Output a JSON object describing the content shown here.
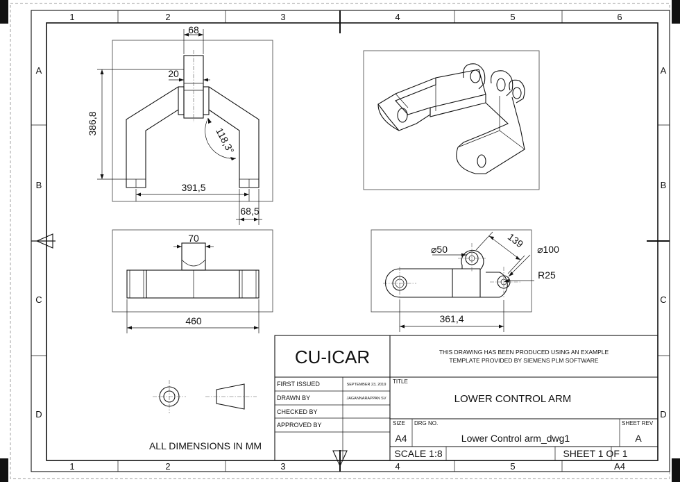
{
  "zones": {
    "columns": [
      "1",
      "2",
      "3",
      "4",
      "5",
      "6"
    ],
    "rows": [
      "A",
      "B",
      "C",
      "D"
    ]
  },
  "dimensions": {
    "front_top_width": "68",
    "front_inner_width": "20",
    "front_height": "386,8",
    "front_angle": "118,3°",
    "front_span": "391,5",
    "front_foot": "68,5",
    "top_width": "70",
    "top_length": "460",
    "side_hole_small": "⌀50",
    "side_radial": "139",
    "side_hole_large": "⌀100",
    "side_radius": "R25",
    "side_length": "361,4"
  },
  "title_block": {
    "company": "CU-ICAR",
    "note_line1": "THIS DRAWING HAS BEEN PRODUCED USING AN EXAMPLE",
    "note_line2": "TEMPLATE PROVIDED BY SIEMENS PLM SOFTWARE",
    "first_issued_label": "FIRST ISSUED",
    "first_issued_value": "SEPTEMBER 23, 2019",
    "drawn_by_label": "DRAWN BY",
    "drawn_by_value": "JAGANNARAPPAN SV",
    "checked_by_label": "CHECKED BY",
    "approved_by_label": "APPROVED BY",
    "title_label": "TITLE",
    "title_value": "LOWER CONTROL ARM",
    "size_label": "SIZE",
    "size_value": "A4",
    "drg_no_label": "DRG NO.",
    "drg_no_value": "Lower Control arm_dwg1",
    "sheet_rev_label": "SHEET REV",
    "sheet_rev_value": "A",
    "scale": "SCALE 1:8",
    "sheet": "SHEET 1 OF 1",
    "paper_size": "A4"
  },
  "note": "ALL DIMENSIONS IN MM"
}
